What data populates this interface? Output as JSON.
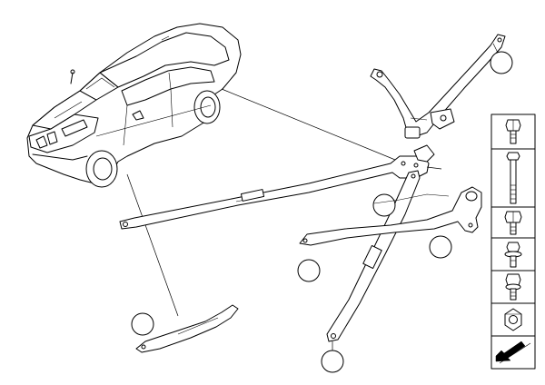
{
  "diagram": {
    "type": "exploded-parts-diagram",
    "background": "#ffffff",
    "line_color": "#000000",
    "parts_count": 6,
    "callouts": [
      {
        "id": "callout-bracket-top",
        "text": ""
      },
      {
        "id": "callout-strut-main",
        "text": ""
      },
      {
        "id": "callout-strut-diagonal",
        "text": ""
      },
      {
        "id": "callout-brace-right",
        "text": ""
      },
      {
        "id": "callout-brace-left",
        "text": ""
      },
      {
        "id": "callout-plate-lower",
        "text": ""
      }
    ],
    "hardware_legend": {
      "items": [
        {
          "icon": "hex-bolt-short-icon"
        },
        {
          "icon": "hex-bolt-long-icon"
        },
        {
          "icon": "hex-bolt-medium-icon"
        },
        {
          "icon": "flange-bolt-icon"
        },
        {
          "icon": "collar-screw-icon"
        },
        {
          "icon": "hex-nut-icon"
        },
        {
          "icon": "arrow-direction-icon"
        }
      ]
    }
  }
}
